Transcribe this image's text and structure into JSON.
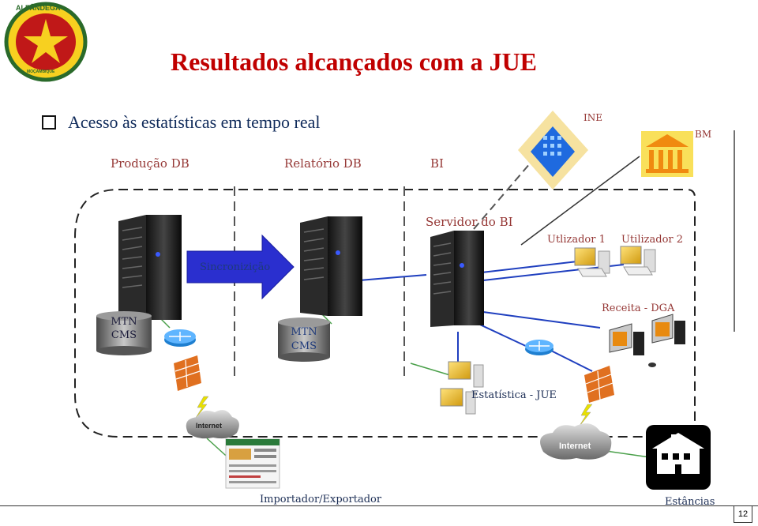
{
  "title": "Resultados alcançados com a JUE",
  "bullet": "Acesso às estatísticas em tempo real",
  "logo": {
    "top_text": "ALFÂNDEGA",
    "bottom_text": "MOÇAMBIQUE"
  },
  "labels": {
    "producao": "Produção  DB",
    "relatorio": "Relatório DB",
    "bi": "BI",
    "ine": "INE",
    "bm": "BM",
    "servidor_bi": "Servidor do BI",
    "utilizador1": "Utlizador 1",
    "utilizador2": "Utilizador 2",
    "sincronizacao": "Sincronizição",
    "mtn_cms_1": "MTN\nCMS",
    "mtn_cms_2": "MTN\nCMS",
    "receita": "Receita - DGA",
    "estatistica": "Estatística - JUE",
    "internet1": "Internet",
    "internet2": "Internet",
    "importador": "Importador/Exportador",
    "estancias": "Estâncias"
  },
  "page_number": "12",
  "colors": {
    "title": "#c00000",
    "maroon": "#953735",
    "navy": "#1f3a7a",
    "arrow": "#2a2fcf",
    "line": "#1f3fbf"
  }
}
